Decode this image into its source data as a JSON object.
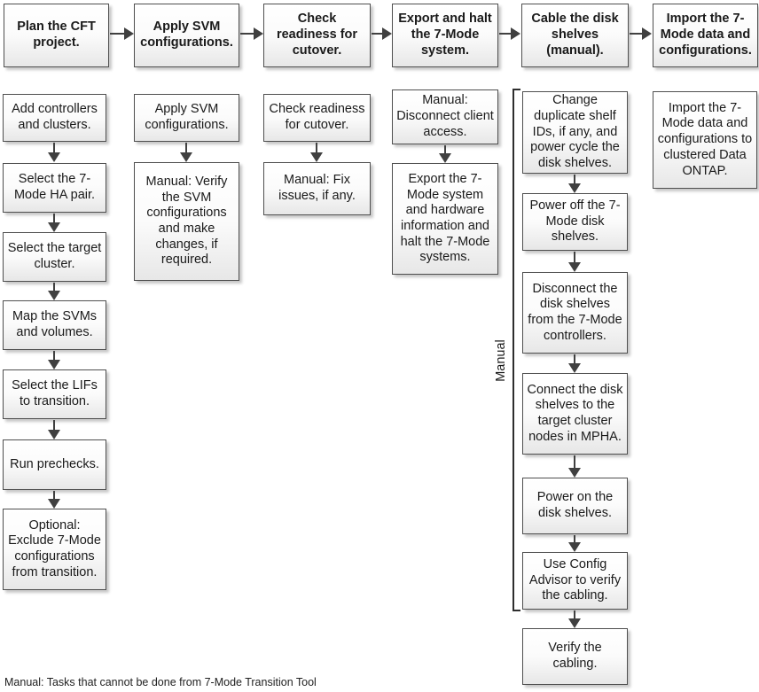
{
  "headers": [
    "Plan the CFT project.",
    "Apply SVM configurations.",
    "Check readiness for cutover.",
    "Export and halt the 7-Mode system.",
    "Cable the disk shelves (manual).",
    "Import the 7-Mode data and configurations."
  ],
  "columns": {
    "plan": [
      "Add controllers and clusters.",
      "Select the 7-Mode HA pair.",
      "Select the target cluster.",
      "Map the SVMs and volumes.",
      "Select the LIFs to transition.",
      "Run prechecks.",
      "Optional: Exclude 7-Mode configurations from transition."
    ],
    "apply_svm": [
      "Apply SVM configurations.",
      "Manual: Verify the SVM configurations and make changes, if required."
    ],
    "readiness": [
      "Check readiness for cutover.",
      "Manual: Fix issues, if any."
    ],
    "export_halt": [
      "Manual: Disconnect client access.",
      "Export the 7-Mode system and hardware information and halt the 7-Mode systems."
    ],
    "cable": [
      "Change duplicate shelf IDs, if any, and power cycle the disk shelves.",
      "Power off the 7-Mode disk shelves.",
      "Disconnect the disk shelves from the 7-Mode controllers.",
      "Connect the disk shelves to the target cluster nodes in MPHA.",
      "Power on the disk shelves.",
      "Use Config Advisor to verify the cabling.",
      "Verify the cabling."
    ],
    "import": [
      "Import the 7-Mode data and configurations to clustered Data ONTAP."
    ]
  },
  "bracket": {
    "label": "Manual"
  },
  "footnote": "Manual: Tasks that cannot be done from 7-Mode Transition Tool",
  "colors": {
    "box_border": "#4f4f4f",
    "box_fill_top": "#ffffff",
    "box_fill_bottom": "#e7e7e7",
    "arrow": "#404040",
    "text": "#1a1a1a"
  }
}
